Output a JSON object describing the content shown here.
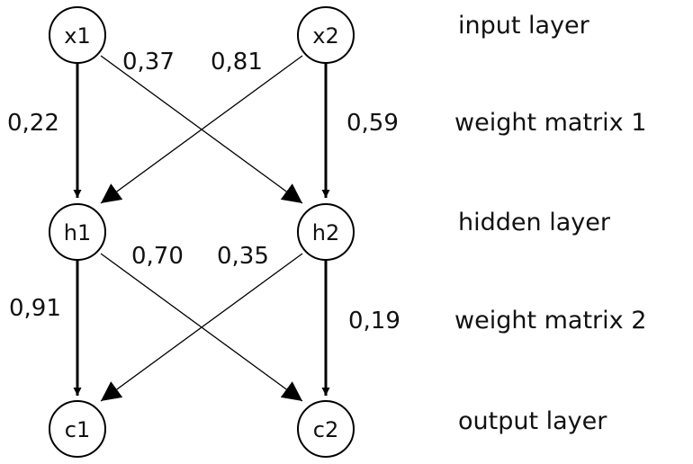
{
  "nodes": {
    "x1": "x1",
    "x2": "x2",
    "h1": "h1",
    "h2": "h2",
    "c1": "c1",
    "c2": "c2"
  },
  "weights": {
    "x1_h1": "0,22",
    "x1_h2": "0,37",
    "x2_h1": "0,81",
    "x2_h2": "0,59",
    "h1_c1": "0,91",
    "h1_c2": "0,70",
    "h2_c1": "0,35",
    "h2_c2": "0,19"
  },
  "layers": {
    "input": "input layer",
    "weight1": "weight matrix 1",
    "hidden": "hidden layer",
    "weight2": "weight matrix 2",
    "output": "output layer"
  }
}
